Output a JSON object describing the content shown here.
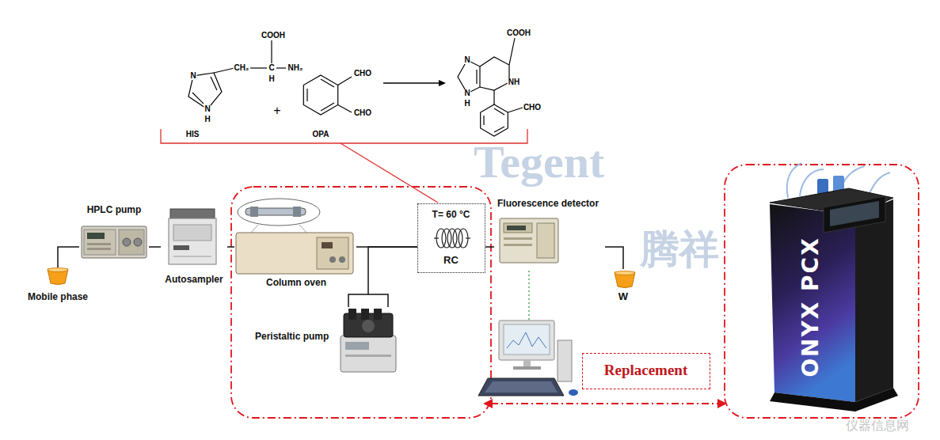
{
  "diagram": {
    "nodes": [
      {
        "text": [
          "Mobile phase"
        ]
      },
      {
        "text": [
          "HPLC pump"
        ]
      },
      {
        "text": [
          "Autosampler"
        ]
      },
      {
        "text": [
          "Column oven"
        ]
      },
      {
        "text": [
          "Peristaltic pump"
        ]
      },
      {
        "text": [
          "T= 60 °C",
          "RC"
        ]
      },
      {
        "text": [
          "Fluorescence detector"
        ]
      },
      {
        "text": [
          "W"
        ]
      },
      {
        "text": [
          "Replacement"
        ]
      }
    ],
    "edges": [
      {
        "from": 0,
        "to": 1,
        "arrow": "none"
      },
      {
        "from": 1,
        "to": 2,
        "arrow": "none"
      },
      {
        "from": 2,
        "to": 3,
        "arrow": "none"
      },
      {
        "from": 3,
        "to": 5,
        "arrow": "none"
      },
      {
        "from": 4,
        "to": 5,
        "arrow": "none"
      },
      {
        "from": 5,
        "to": 6,
        "arrow": "none"
      },
      {
        "from": 6,
        "to": 7,
        "arrow": "none"
      }
    ],
    "labels": [
      "COOH",
      "CH₂",
      "C",
      "NH₂",
      "H",
      "N",
      "N",
      "H",
      "HIS",
      "+",
      "CHO",
      "CHO",
      "OPA",
      "COOH",
      "N",
      "NH",
      "N",
      "H",
      "CHO",
      "ONYX PCX",
      "Tegent",
      "腾祥",
      "仪器信息网"
    ]
  }
}
